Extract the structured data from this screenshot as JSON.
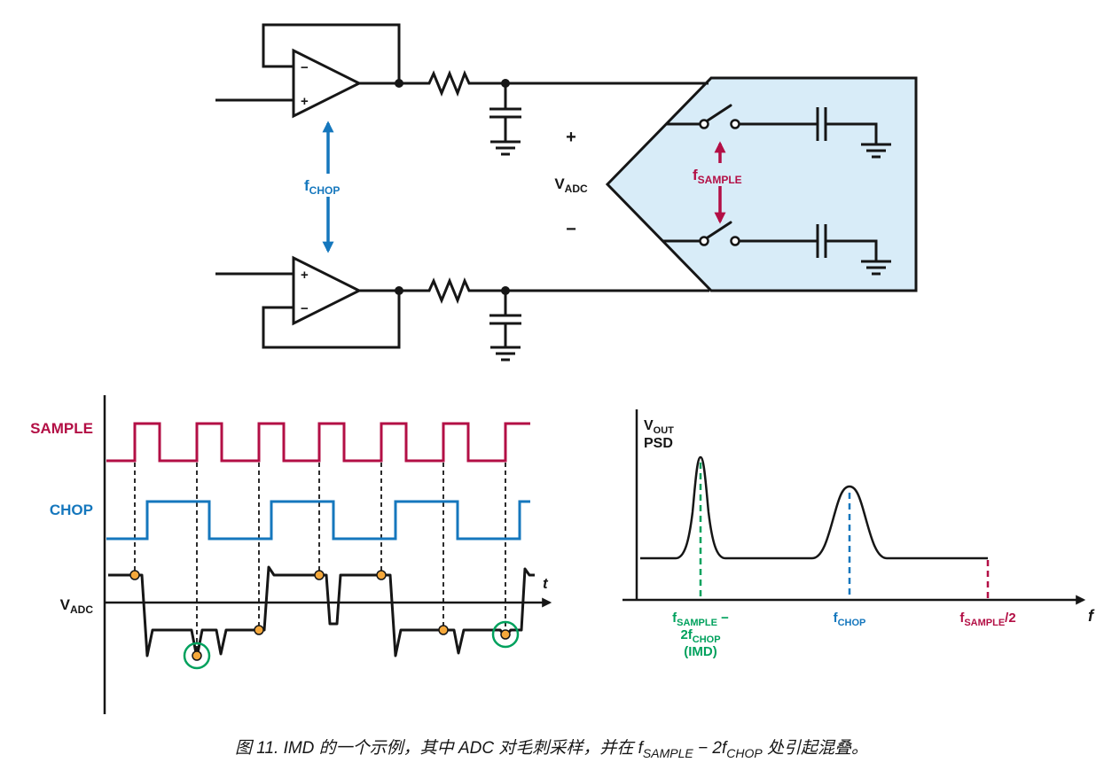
{
  "colors": {
    "ink": "#161616",
    "crimson": "#b30f45",
    "blue": "#1577bd",
    "green": "#00a15d",
    "adc_fill": "#d8ecf8",
    "sample_dot_orange": "#f5a83b",
    "background": "#ffffff"
  },
  "circuit": {
    "opamp_top": {
      "top_pin": "−",
      "bottom_pin": "+"
    },
    "opamp_bottom": {
      "top_pin": "+",
      "bottom_pin": "−"
    },
    "f_chop": {
      "base": "f",
      "sub": "CHOP"
    },
    "f_sample": {
      "base": "f",
      "sub": "SAMPLE"
    },
    "adc_plus": "+",
    "adc_minus": "−",
    "v_adc": {
      "base": "V",
      "sub": "ADC"
    }
  },
  "timing": {
    "sample_label": "SAMPLE",
    "chop_label": "CHOP",
    "v_adc_label": {
      "base": "V",
      "sub": "ADC"
    },
    "t_label": "t"
  },
  "psd": {
    "y_label_1": {
      "base": "V",
      "sub": "OUT"
    },
    "y_label_2": "PSD",
    "x_label": "f",
    "imd_label": {
      "l1_base": "f",
      "l1_sub": "SAMPLE",
      "l1_tail": " −",
      "l2_base": "2f",
      "l2_sub": "CHOP",
      "l3": "(IMD)"
    },
    "fchop_label": {
      "base": "f",
      "sub": "CHOP"
    },
    "fs2_label": {
      "base": "f",
      "sub": "SAMPLE",
      "tail": "/2"
    }
  },
  "caption": {
    "p1": "图 11. IMD 的一个示例，其中 ADC 对毛刺采样，并在 f",
    "s1": "SAMPLE",
    "p2": " − 2f",
    "s2": "CHOP",
    "p3": " 处引起混叠。"
  }
}
